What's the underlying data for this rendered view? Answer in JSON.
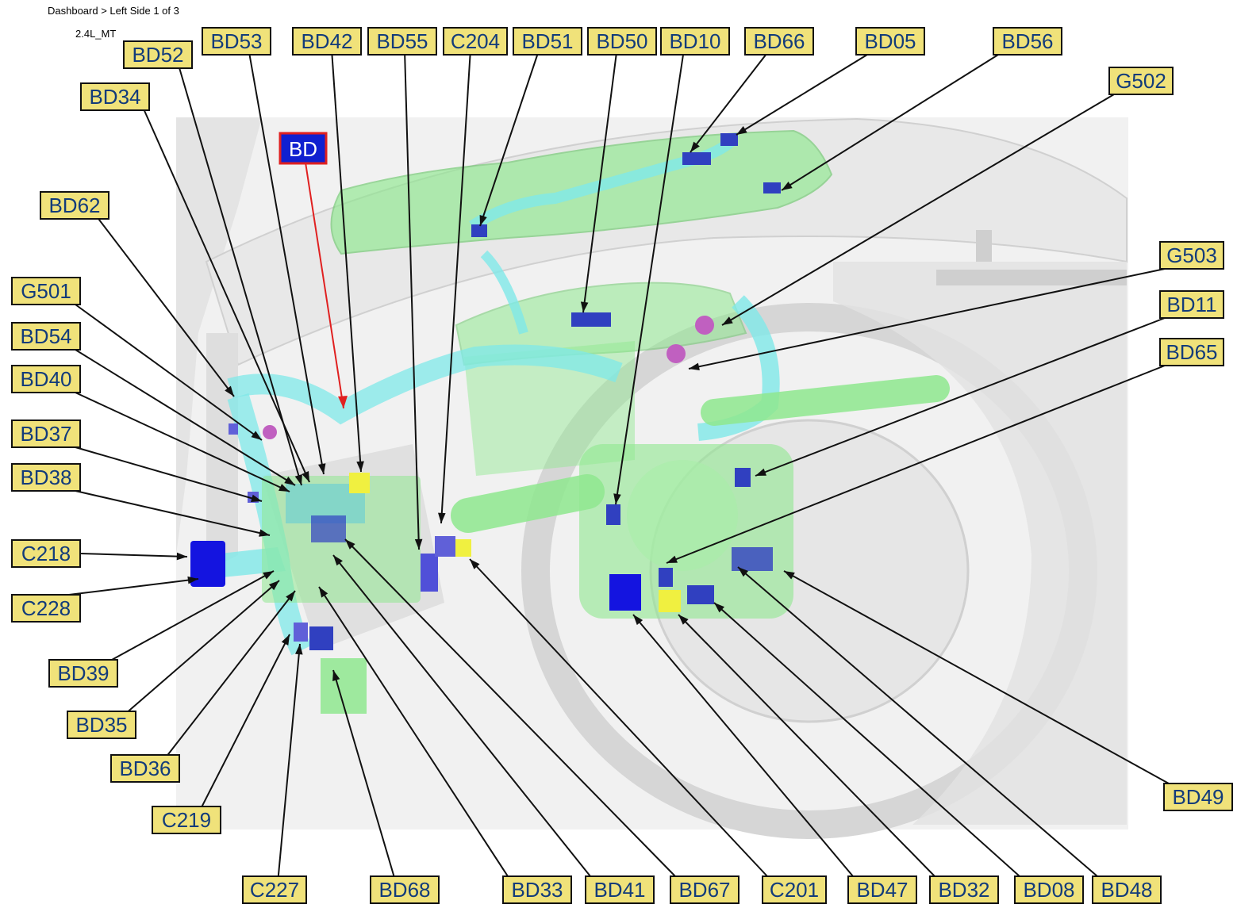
{
  "header": {
    "breadcrumb": "Dashboard > Left Side 1 of 3",
    "variant": "2.4L_MT"
  },
  "zone_marker": {
    "label": "BD",
    "fill": "#1020d0",
    "border": "#e02020",
    "arrow": "#e02020"
  },
  "colors": {
    "label_fill": "#f0e27a",
    "label_text": "#123b7a",
    "harness_cyan": "#7fe8e8",
    "harness_green": "#8fe88f",
    "connector_blue": "#3040c0",
    "connector_yellow": "#f0f040",
    "ground_magenta": "#c060c0",
    "dash_gray": "#d8d8d8"
  },
  "callouts": [
    "BD52",
    "BD53",
    "BD42",
    "BD55",
    "C204",
    "BD51",
    "BD50",
    "BD10",
    "BD66",
    "BD05",
    "BD56",
    "BD34",
    "G502",
    "BD62",
    "G501",
    "G503",
    "BD54",
    "BD11",
    "BD40",
    "BD65",
    "BD37",
    "BD38",
    "C218",
    "C228",
    "BD39",
    "BD35",
    "BD36",
    "C219",
    "C227",
    "BD68",
    "BD33",
    "BD41",
    "BD67",
    "C201",
    "BD47",
    "BD32",
    "BD08",
    "BD48",
    "BD49"
  ]
}
